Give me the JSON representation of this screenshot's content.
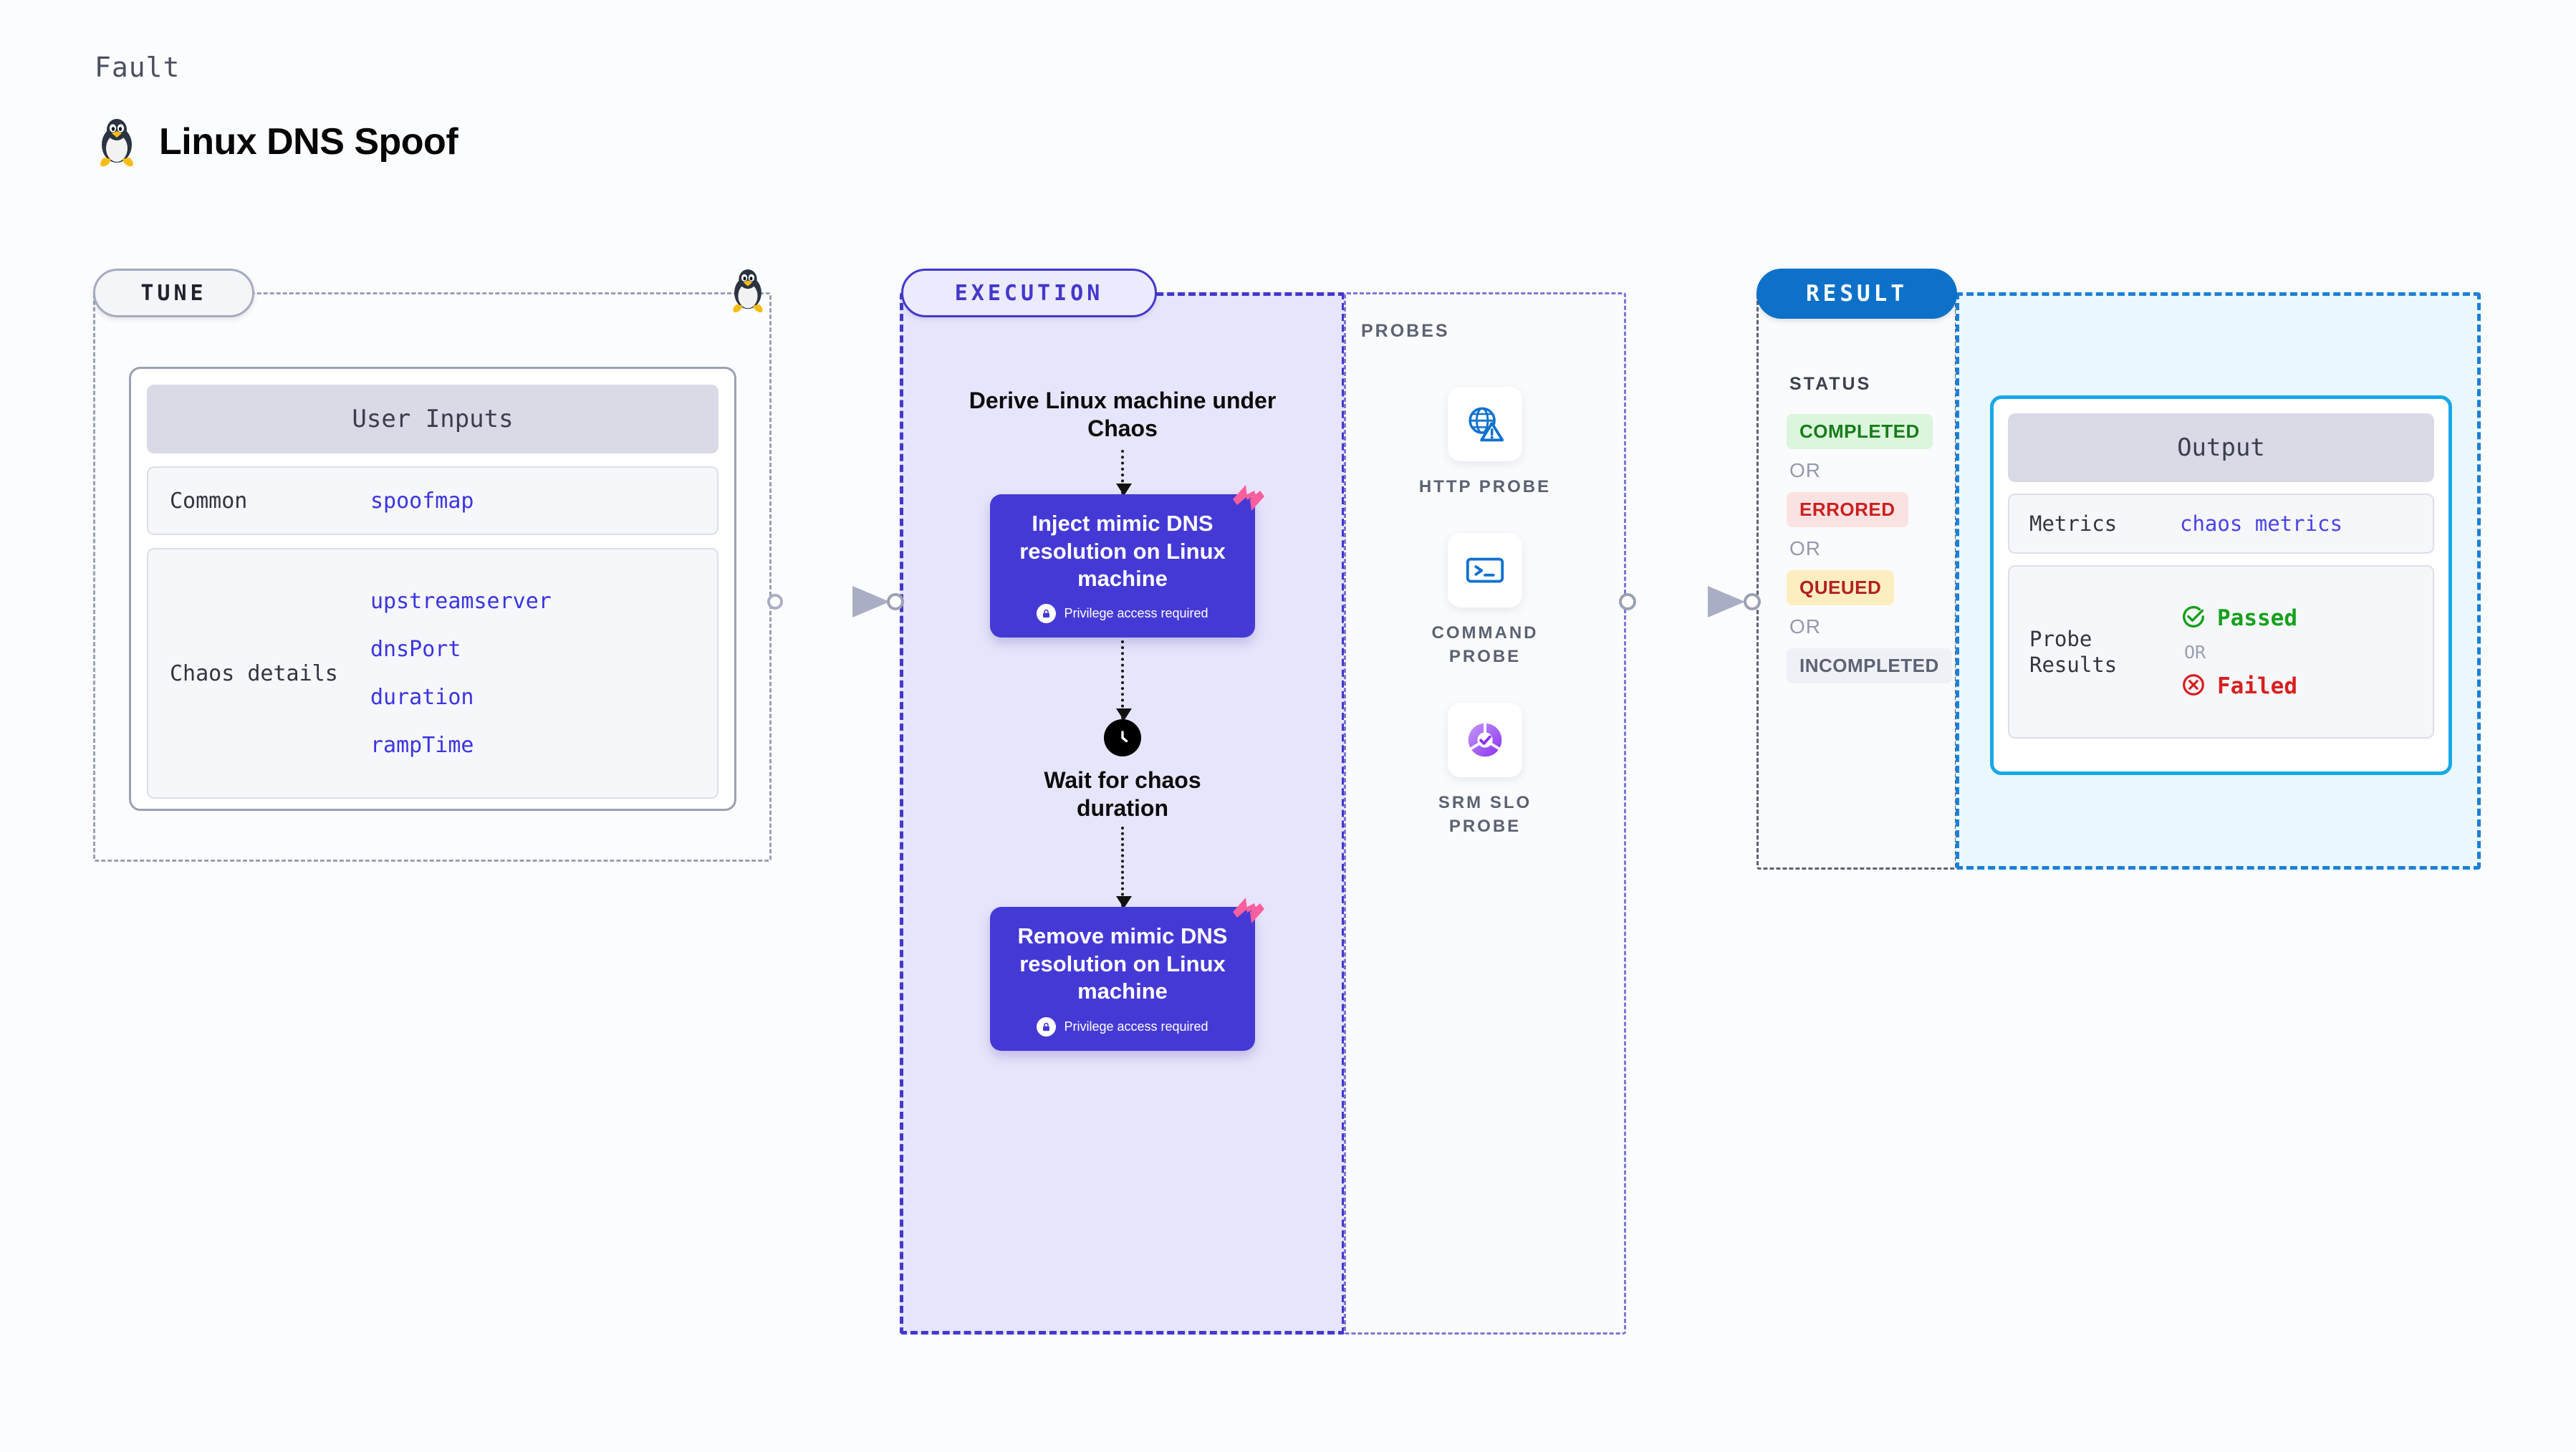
{
  "header": {
    "kicker": "Fault",
    "title": "Linux DNS Spoof",
    "icon": "linux-penguin-icon"
  },
  "stages": {
    "tune": {
      "badge": "TUNE"
    },
    "execution": {
      "badge": "EXECUTION"
    },
    "probes": {
      "title": "PROBES"
    },
    "result": {
      "badge": "RESULT"
    }
  },
  "tune": {
    "card_header": "User Inputs",
    "rows": [
      {
        "label": "Common",
        "values": [
          "spoofmap"
        ]
      },
      {
        "label": "Chaos details",
        "values": [
          "upstreamserver",
          "dnsPort",
          "duration",
          "rampTime"
        ]
      }
    ]
  },
  "execution": {
    "derive_caption": "Derive Linux machine under Chaos",
    "inject_card": {
      "title": "Inject mimic DNS resolution on Linux machine",
      "privilege": "Privilege access required",
      "badge_icon": "harness-logo-icon",
      "lock_icon": "lock-icon"
    },
    "wait_step": {
      "icon": "clock-icon",
      "caption": "Wait for chaos duration"
    },
    "remove_card": {
      "title": "Remove mimic DNS resolution on Linux machine",
      "privilege": "Privilege access required",
      "badge_icon": "harness-logo-icon",
      "lock_icon": "lock-icon"
    }
  },
  "probes": [
    {
      "label": "HTTP PROBE",
      "icon": "globe-warning-icon"
    },
    {
      "label": "COMMAND PROBE",
      "icon": "terminal-icon"
    },
    {
      "label": "SRM SLO PROBE",
      "icon": "slo-donut-check-icon"
    }
  ],
  "result": {
    "status_title": "STATUS",
    "or_label": "OR",
    "statuses": [
      {
        "label": "COMPLETED",
        "tone": "completed"
      },
      {
        "label": "ERRORED",
        "tone": "errored"
      },
      {
        "label": "QUEUED",
        "tone": "queued"
      },
      {
        "label": "INCOMPLETED",
        "tone": "incompleted"
      }
    ]
  },
  "output": {
    "card_header": "Output",
    "metrics": {
      "label": "Metrics",
      "value": "chaos metrics"
    },
    "probe_results": {
      "label": "Probe Results",
      "passed": "Passed",
      "or_label": "OR",
      "failed": "Failed",
      "passed_icon": "check-circle-icon",
      "failed_icon": "x-circle-icon"
    }
  },
  "colors": {
    "execution_accent": "#4338ca",
    "action_card": "#4539d6",
    "result_accent": "#0d71c9",
    "output_accent": "#17a8e8",
    "harness_pink": "#fb5f9d",
    "passed_green": "#16a01c",
    "failed_red": "#d81f1f",
    "code_blue": "#3b34e0"
  }
}
